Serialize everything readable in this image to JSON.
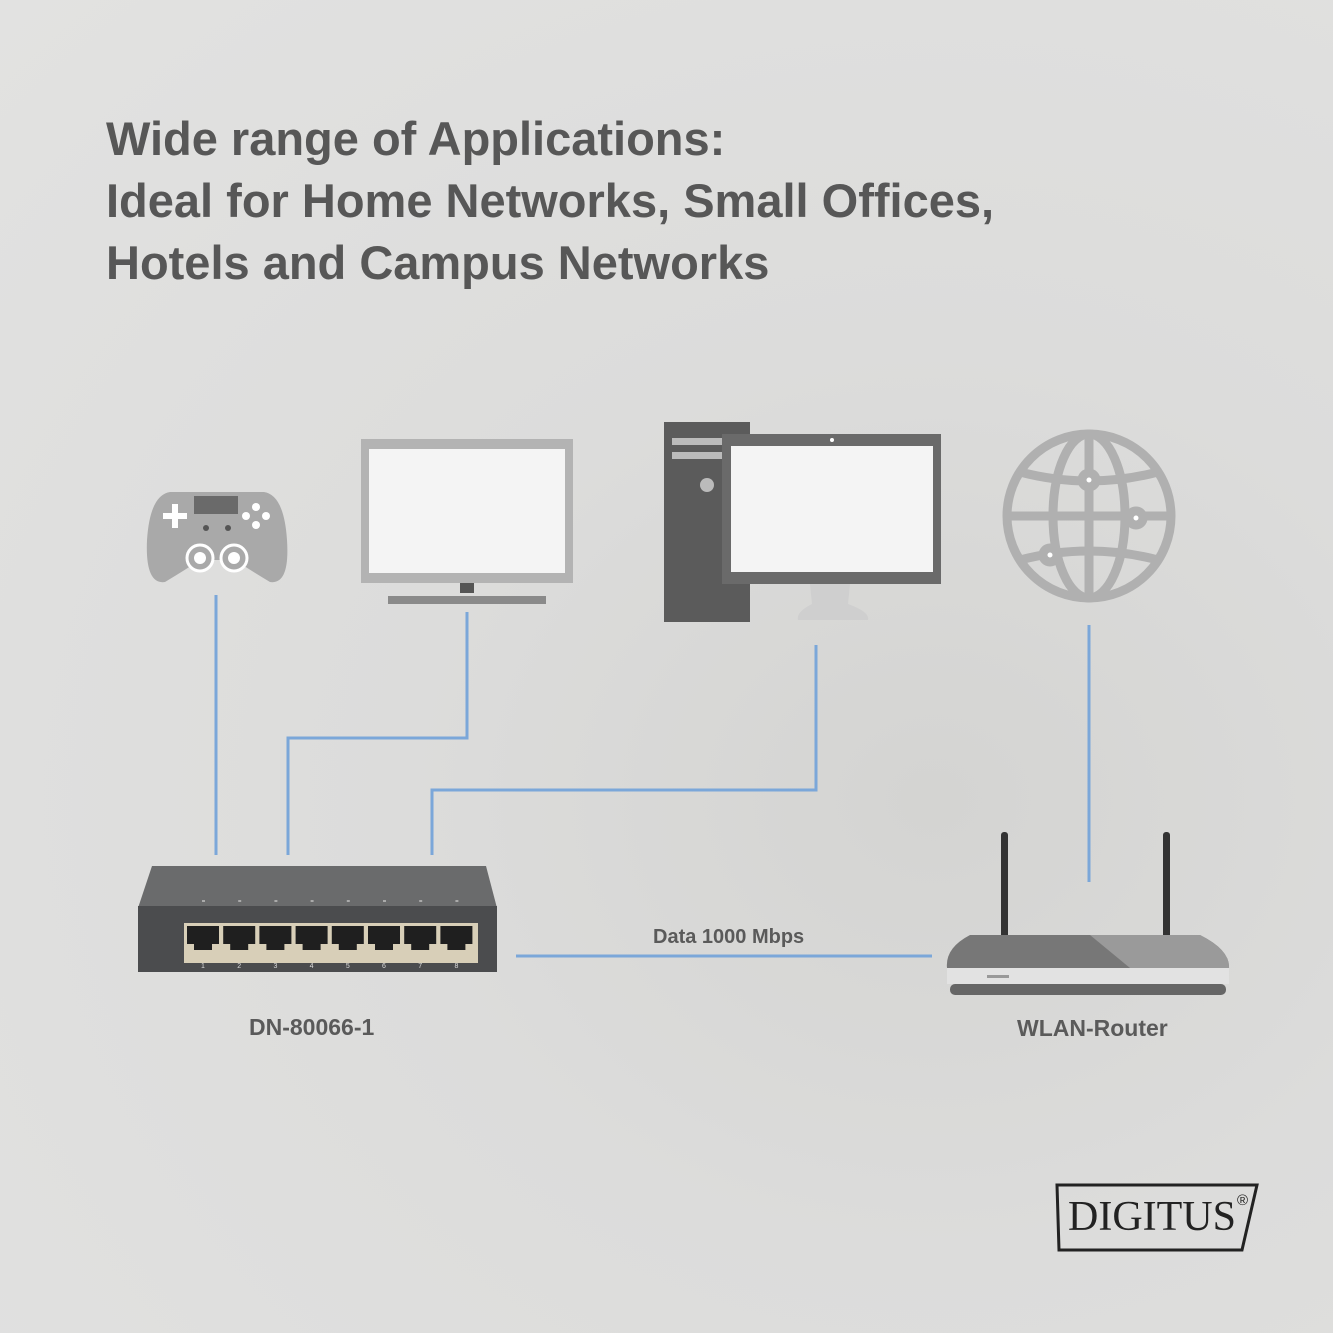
{
  "title": {
    "lines": [
      "Wide range of Applications:",
      "Ideal for Home Networks, Small Offices,",
      "Hotels and Campus Networks"
    ]
  },
  "devices": {
    "switch_label": "DN-80066-1",
    "router_label": "WLAN-Router",
    "link_label": "Data 1000 Mbps",
    "switch_ports": [
      "1",
      "2",
      "3",
      "4",
      "5",
      "6",
      "7",
      "8"
    ],
    "icons": [
      "gamepad-icon",
      "tv-monitor-icon",
      "desktop-computer-icon",
      "globe-icon"
    ]
  },
  "logo": {
    "text": "DIGITUS",
    "mark": "®"
  },
  "colors": {
    "cable": "#7ba7d9",
    "text": "#575757",
    "icon": "#a8a8a8",
    "dark": "#5b5b5b"
  }
}
